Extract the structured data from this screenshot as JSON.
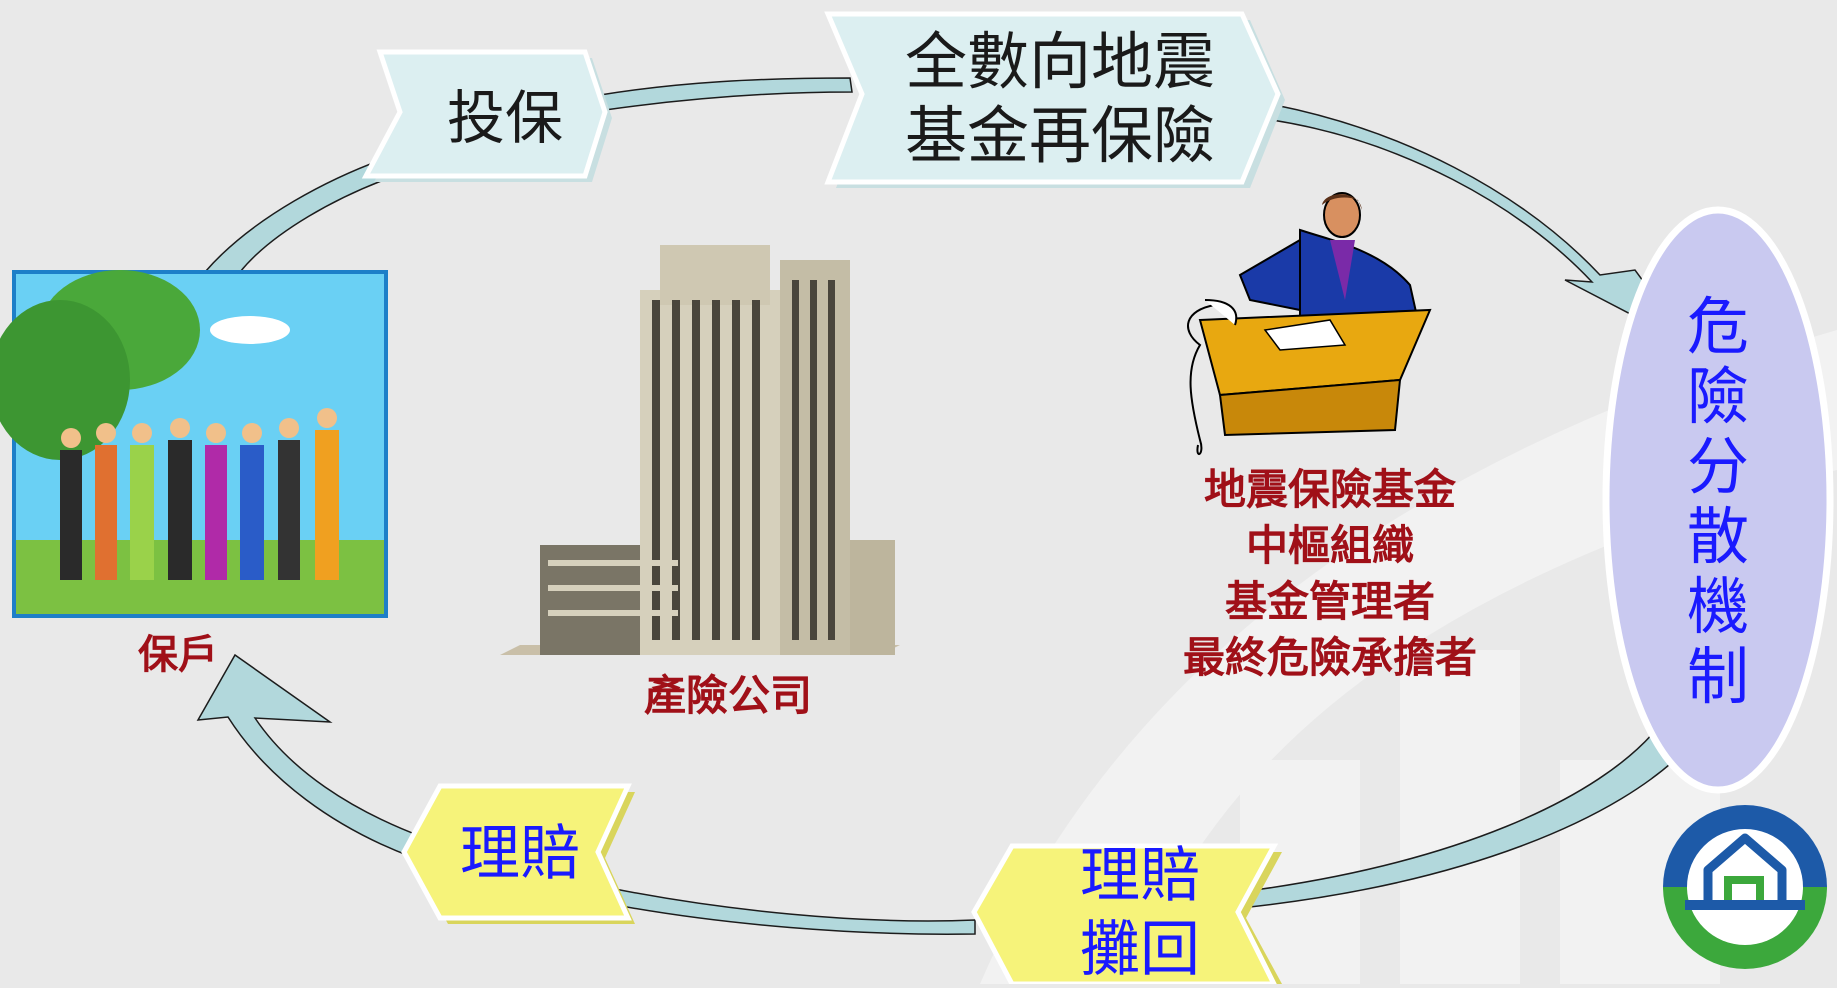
{
  "steps": {
    "insure": "投保",
    "reinsure_line1": "全數向地震",
    "reinsure_line2": "基金再保險",
    "claim": "理賠",
    "recover_line1": "理賠",
    "recover_line2": "攤回"
  },
  "actors": {
    "policyholder": "保戶",
    "insurer": "產險公司",
    "fund_lines": [
      "地震保險基金",
      "中樞組織",
      "基金管理者",
      "最終危險承擔者"
    ]
  },
  "mechanism": [
    "危",
    "險",
    "分",
    "散",
    "機",
    "制"
  ],
  "colors": {
    "arrow": "#b2d8dc",
    "chevron_top": "#dceff1",
    "chevron_bottom": "#f6f37a",
    "red_text": "#a01018",
    "blue_text": "#1a1aff",
    "ellipse": "#c9c9f0"
  }
}
